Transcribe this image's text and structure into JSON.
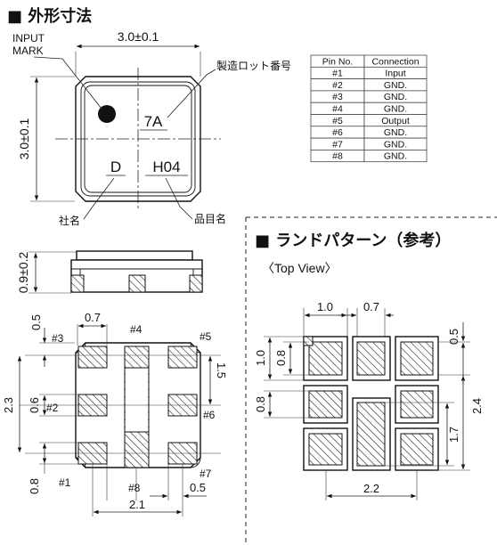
{
  "sections": {
    "outline_title": "■ 外形寸法",
    "land_title": "■ ランドパターン（参考）",
    "top_view": "〈Top View〉"
  },
  "top_view_labels": {
    "input_mark_line1": "INPUT",
    "input_mark_line2": "MARK",
    "width_dim": "3.0±0.1",
    "height_dim": "3.0±0.1",
    "lot_number": "製造ロット番号",
    "marking_freq": "7A",
    "marking_maker": "D",
    "marking_part": "H04",
    "company_name": "社名",
    "part_name": "品目名"
  },
  "side_view": {
    "thickness_dim": "0.9±0.2"
  },
  "bottom_view": {
    "dim_05_top": "0.5",
    "dim_07": "0.7",
    "dim_15": "1.5",
    "dim_23": "2.3",
    "dim_06": "0.6",
    "dim_08": "0.8",
    "dim_21": "2.1",
    "dim_05_bottom": "0.5",
    "pins": [
      "#1",
      "#2",
      "#3",
      "#4",
      "#5",
      "#6",
      "#7",
      "#8"
    ]
  },
  "pin_table": {
    "headers": [
      "Pin No.",
      "Connection"
    ],
    "rows": [
      [
        "#1",
        "Input"
      ],
      [
        "#2",
        "GND."
      ],
      [
        "#3",
        "GND."
      ],
      [
        "#4",
        "GND."
      ],
      [
        "#5",
        "Output"
      ],
      [
        "#6",
        "GND."
      ],
      [
        "#7",
        "GND."
      ],
      [
        "#8",
        "GND."
      ]
    ]
  },
  "land_pattern": {
    "dim_10_top": "1.0",
    "dim_07_top": "0.7",
    "dim_05_right": "0.5",
    "dim_10_left": "1.0",
    "dim_08_left_a": "0.8",
    "dim_08_left_b": "0.8",
    "dim_24": "2.4",
    "dim_17": "1.7",
    "dim_22": "2.2"
  }
}
